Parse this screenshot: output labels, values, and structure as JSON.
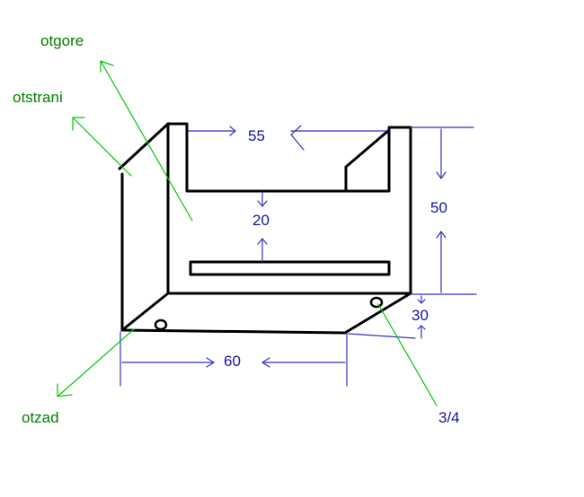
{
  "colors": {
    "outline": "#000000",
    "dimension": "#3232c8",
    "dimension_text": "#1414a0",
    "view_arrow": "#00c800",
    "view_text": "#008000",
    "background": "#ffffff"
  },
  "views": {
    "top": "otgore",
    "side": "otstrani",
    "back": "otzad"
  },
  "dimensions": {
    "slot_width": "55",
    "slot_depth": "20",
    "height": "50",
    "base_width": "60",
    "base_height": "30"
  },
  "callouts": {
    "hole": "3/4"
  }
}
